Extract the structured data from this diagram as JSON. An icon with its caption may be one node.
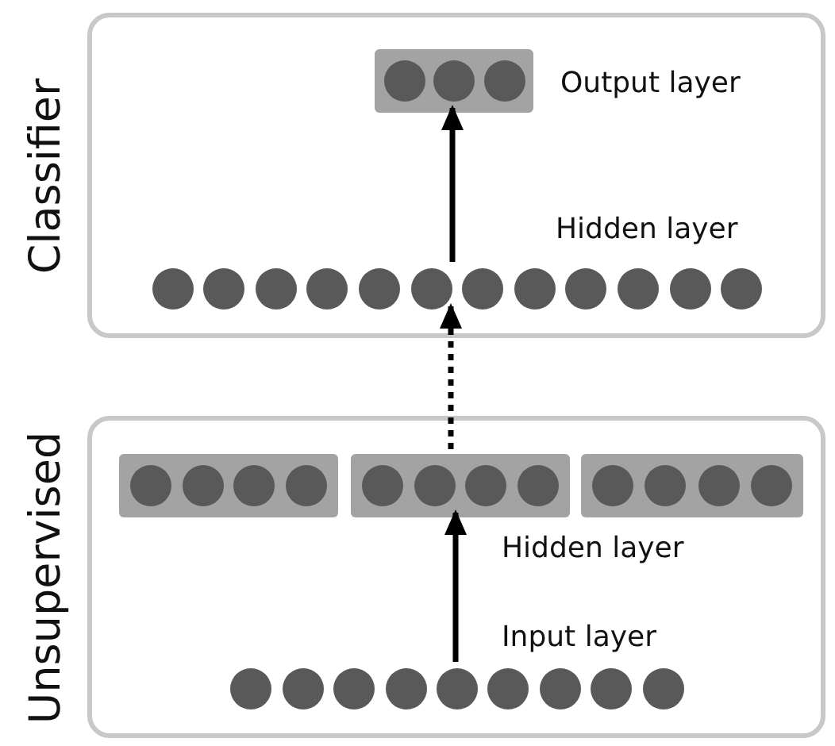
{
  "diagram": {
    "nodes": [
      {
        "text": [
          "Classifier"
        ]
      },
      {
        "text": [],
        "shape": "box",
        "in": 0,
        "beside": [
          "Output layer"
        ]
      },
      {
        "text": [],
        "shape": "bar",
        "in": 0,
        "beside": [
          "Hidden layer"
        ]
      },
      {
        "text": [
          "Unsupervised"
        ]
      },
      {
        "text": [],
        "shape": "box",
        "in": 3
      },
      {
        "text": [],
        "shape": "box",
        "in": 3,
        "beside": [
          "Hidden layer"
        ]
      },
      {
        "text": [],
        "shape": "box",
        "in": 3
      },
      {
        "text": [],
        "shape": "bar",
        "in": 3,
        "beside": [
          "Input layer"
        ]
      }
    ],
    "edges": [
      {
        "from": 2,
        "to": 1,
        "arrow": "to"
      },
      {
        "from": 5,
        "to": 2,
        "arrow": "to",
        "style": "dashed"
      },
      {
        "from": 7,
        "to": 5,
        "arrow": "to"
      }
    ]
  }
}
